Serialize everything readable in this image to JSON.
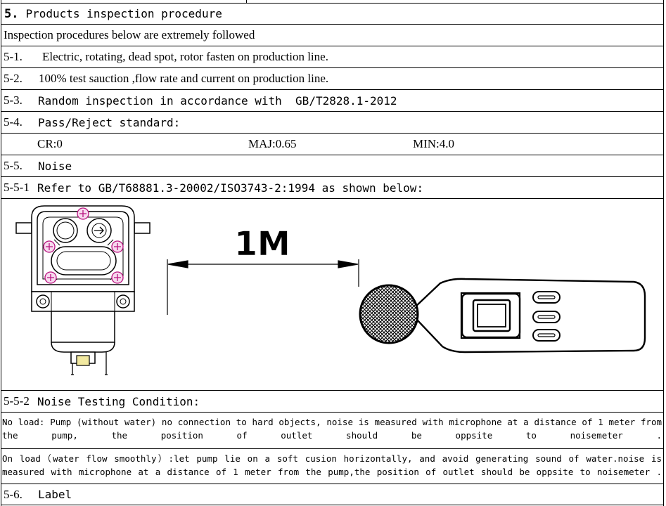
{
  "section": {
    "number": "5.",
    "title": "Products inspection procedure"
  },
  "intro": "Inspection procedures below are extremely followed",
  "items": [
    {
      "num": "5-1.",
      "text": "Electric, rotating, dead spot, rotor fasten on production line."
    },
    {
      "num": "5-2.",
      "text": "100% test sauction ,flow rate and current on production line."
    },
    {
      "num": "5-3.",
      "text": "Random inspection in accordance with  GB/T2828.1-2012"
    },
    {
      "num": "5-4.",
      "text": "Pass/Reject standard:"
    }
  ],
  "standard": {
    "cr": "CR:0",
    "maj": "MAJ:0.65",
    "min": "MIN:4.0"
  },
  "noise": {
    "num": "5-5.",
    "text": "Noise"
  },
  "refer": {
    "num": "5-5-1",
    "text": "Refer to GB/T68881.3-20002/ISO3743-2:1994 as shown below:"
  },
  "figure": {
    "distance_label": "1M"
  },
  "condition": {
    "num": "5-5-2",
    "text": "Noise Testing Condition:"
  },
  "no_load": {
    "line1": "No load: Pump (without water) no connection to hard objects, noise is measured with microphone at a distance of 1 meter from",
    "line2": "the pump, the position of outlet should be oppsite to noisemeter ."
  },
  "on_load": {
    "line1": "On load（water flow smoothly）:let pump lie on a soft cusion horizontally, and avoid generating sound of water.noise is",
    "line2": "measured with microphone at a distance of 1 meter from the pump,the position of outlet should be oppsite to noisemeter ."
  },
  "label": {
    "num": "5-6.",
    "text": "Label"
  }
}
